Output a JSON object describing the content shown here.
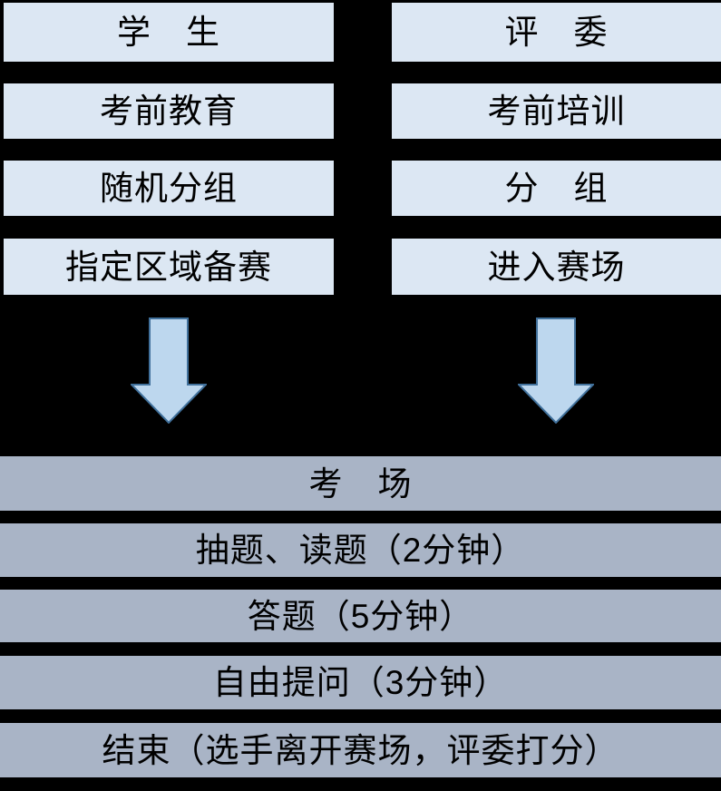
{
  "colors": {
    "background": "#000000",
    "box_blue": "#dce7f3",
    "box_gray": "#a9b4c6",
    "arrow_fill": "#bdd7ee",
    "arrow_border": "#41719c",
    "text": "#000000"
  },
  "left_column": {
    "boxes": [
      "学　生",
      "考前教育",
      "随机分组",
      "指定区域备赛"
    ]
  },
  "right_column": {
    "boxes": [
      "评　委",
      "考前培训",
      "分　组",
      "进入赛场"
    ]
  },
  "exam_section": {
    "boxes": [
      "考　场",
      "抽题、读题（2分钟）",
      "答题（5分钟）",
      "自由提问（3分钟）",
      "结束（选手离开赛场，评委打分）"
    ]
  }
}
